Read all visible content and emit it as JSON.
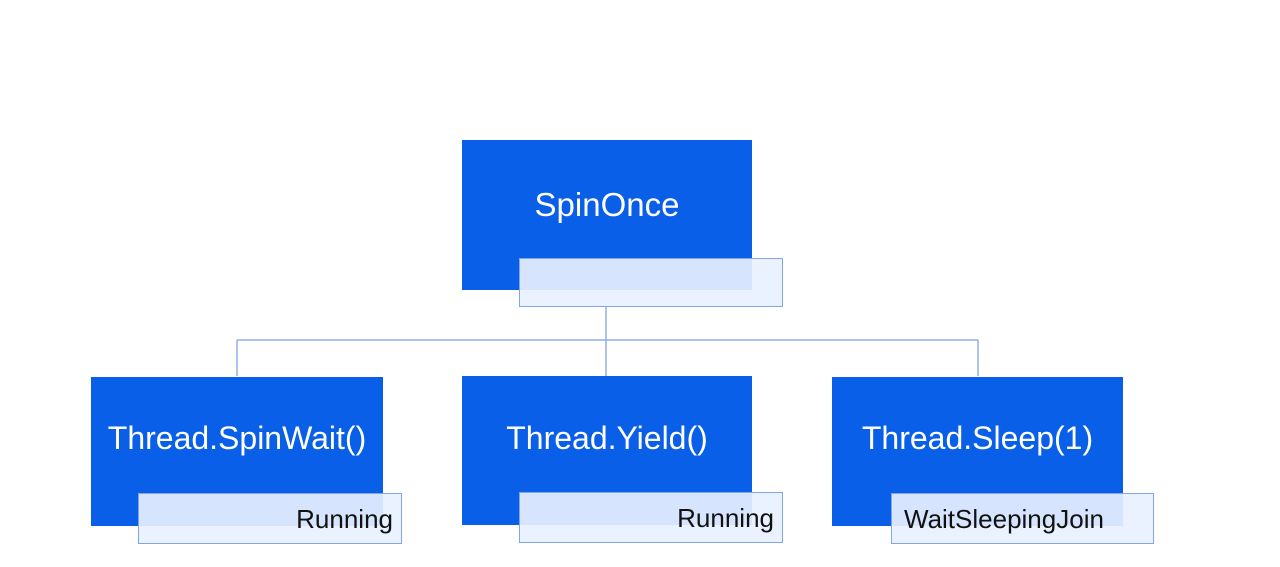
{
  "root": {
    "label": "SpinOnce",
    "tag": ""
  },
  "children": [
    {
      "label": "Thread.SpinWait()",
      "tag": "Running"
    },
    {
      "label": "Thread.Yield()",
      "tag": "Running"
    },
    {
      "label": "Thread.Sleep(1)",
      "tag": "WaitSleepingJoin"
    }
  ],
  "colors": {
    "node_fill": "#0a5fe8",
    "tag_border": "#7fa6e8",
    "connector": "#7fa6e8"
  }
}
